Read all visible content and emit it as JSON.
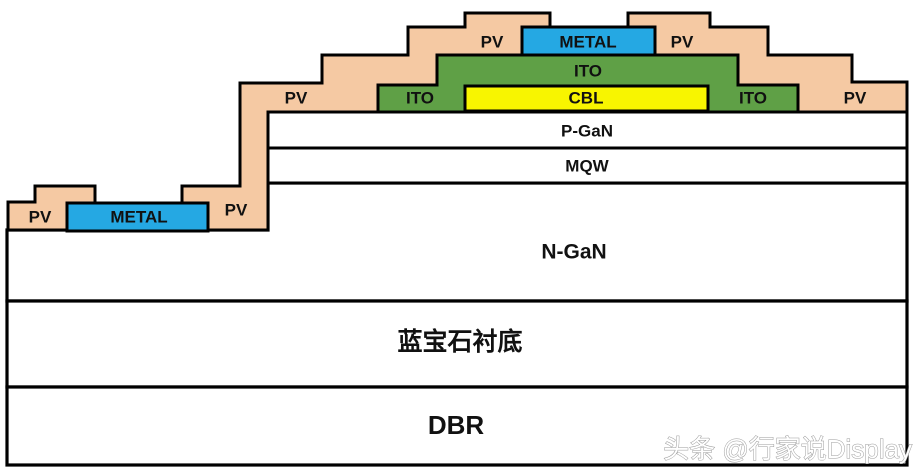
{
  "labels": {
    "pv": "PV",
    "metal": "METAL",
    "ito": "ITO",
    "cbl": "CBL",
    "p_gan": "P-GaN",
    "mqw": "MQW",
    "n_gan": "N-GaN",
    "substrate": "蓝宝石衬底",
    "dbr": "DBR"
  },
  "watermark": "头条 @行家说Display",
  "colors": {
    "pv": "#F5C9A3",
    "metal": "#25A8E3",
    "ito": "#5FA046",
    "cbl": "#F8F500",
    "layer_fill": "#FFFFFF",
    "outline": "#000000"
  }
}
